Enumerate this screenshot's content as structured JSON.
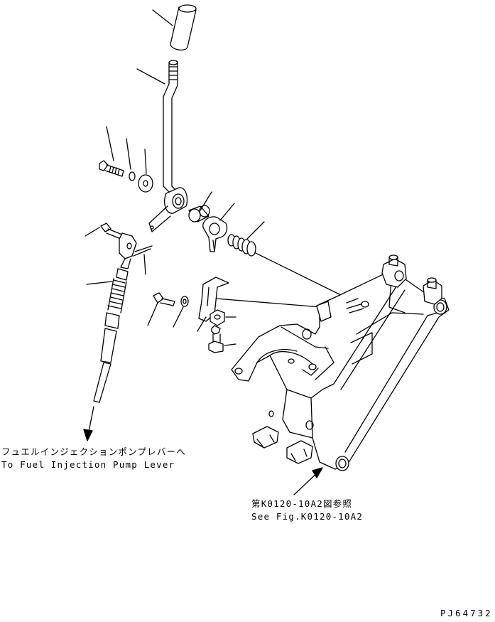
{
  "colors": {
    "line": "#000000",
    "background": "#ffffff"
  },
  "callouts": {
    "fuel_lever_ja": "フュエルインジェクションポンプレバーへ",
    "fuel_lever_en": "To Fuel Injection Pump Lever",
    "see_fig_ja": "第K0120-10A2図参照",
    "see_fig_en": "See Fig.K0120-10A2"
  },
  "drawing_code": "PJ64732"
}
